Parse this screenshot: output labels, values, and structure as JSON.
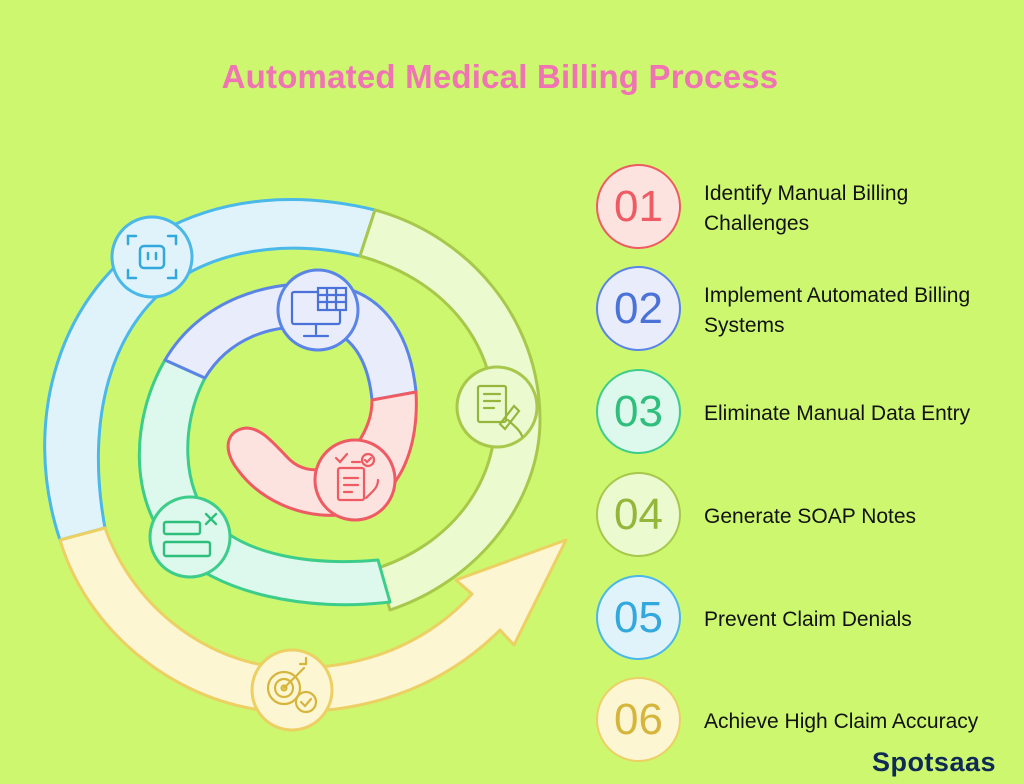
{
  "title": "Automated Medical Billing Process",
  "brand": "Spotsaas",
  "steps": [
    {
      "number": "01",
      "label": "Identify Manual Billing Challenges",
      "stroke": "#ee5b62",
      "fill": "#fde3e0",
      "text": "#ee5b62"
    },
    {
      "number": "02",
      "label": "Implement Automated Billing Systems",
      "stroke": "#5a85e6",
      "fill": "#e8ecfb",
      "text": "#4a72d8"
    },
    {
      "number": "03",
      "label": "Eliminate Manual Data Entry",
      "stroke": "#3dcd8b",
      "fill": "#ddf8ec",
      "text": "#2fbf7c"
    },
    {
      "number": "04",
      "label": "Generate SOAP Notes",
      "stroke": "#a7c84a",
      "fill": "#ecfad0",
      "text": "#93b63b"
    },
    {
      "number": "05",
      "label": "Prevent Claim Denials",
      "stroke": "#4ab8e8",
      "fill": "#e0f3fb",
      "text": "#33a8dd"
    },
    {
      "number": "06",
      "label": "Achieve High Claim Accuracy",
      "stroke": "#ecd064",
      "fill": "#fdf6d3",
      "text": "#d6b53c"
    }
  ],
  "icons": {
    "step1": "clipboard-hand-icon",
    "step2": "computer-spreadsheet-icon",
    "step3": "form-delete-icon",
    "step4": "document-pen-icon",
    "step5": "robot-scan-icon",
    "step6": "target-check-icon"
  }
}
